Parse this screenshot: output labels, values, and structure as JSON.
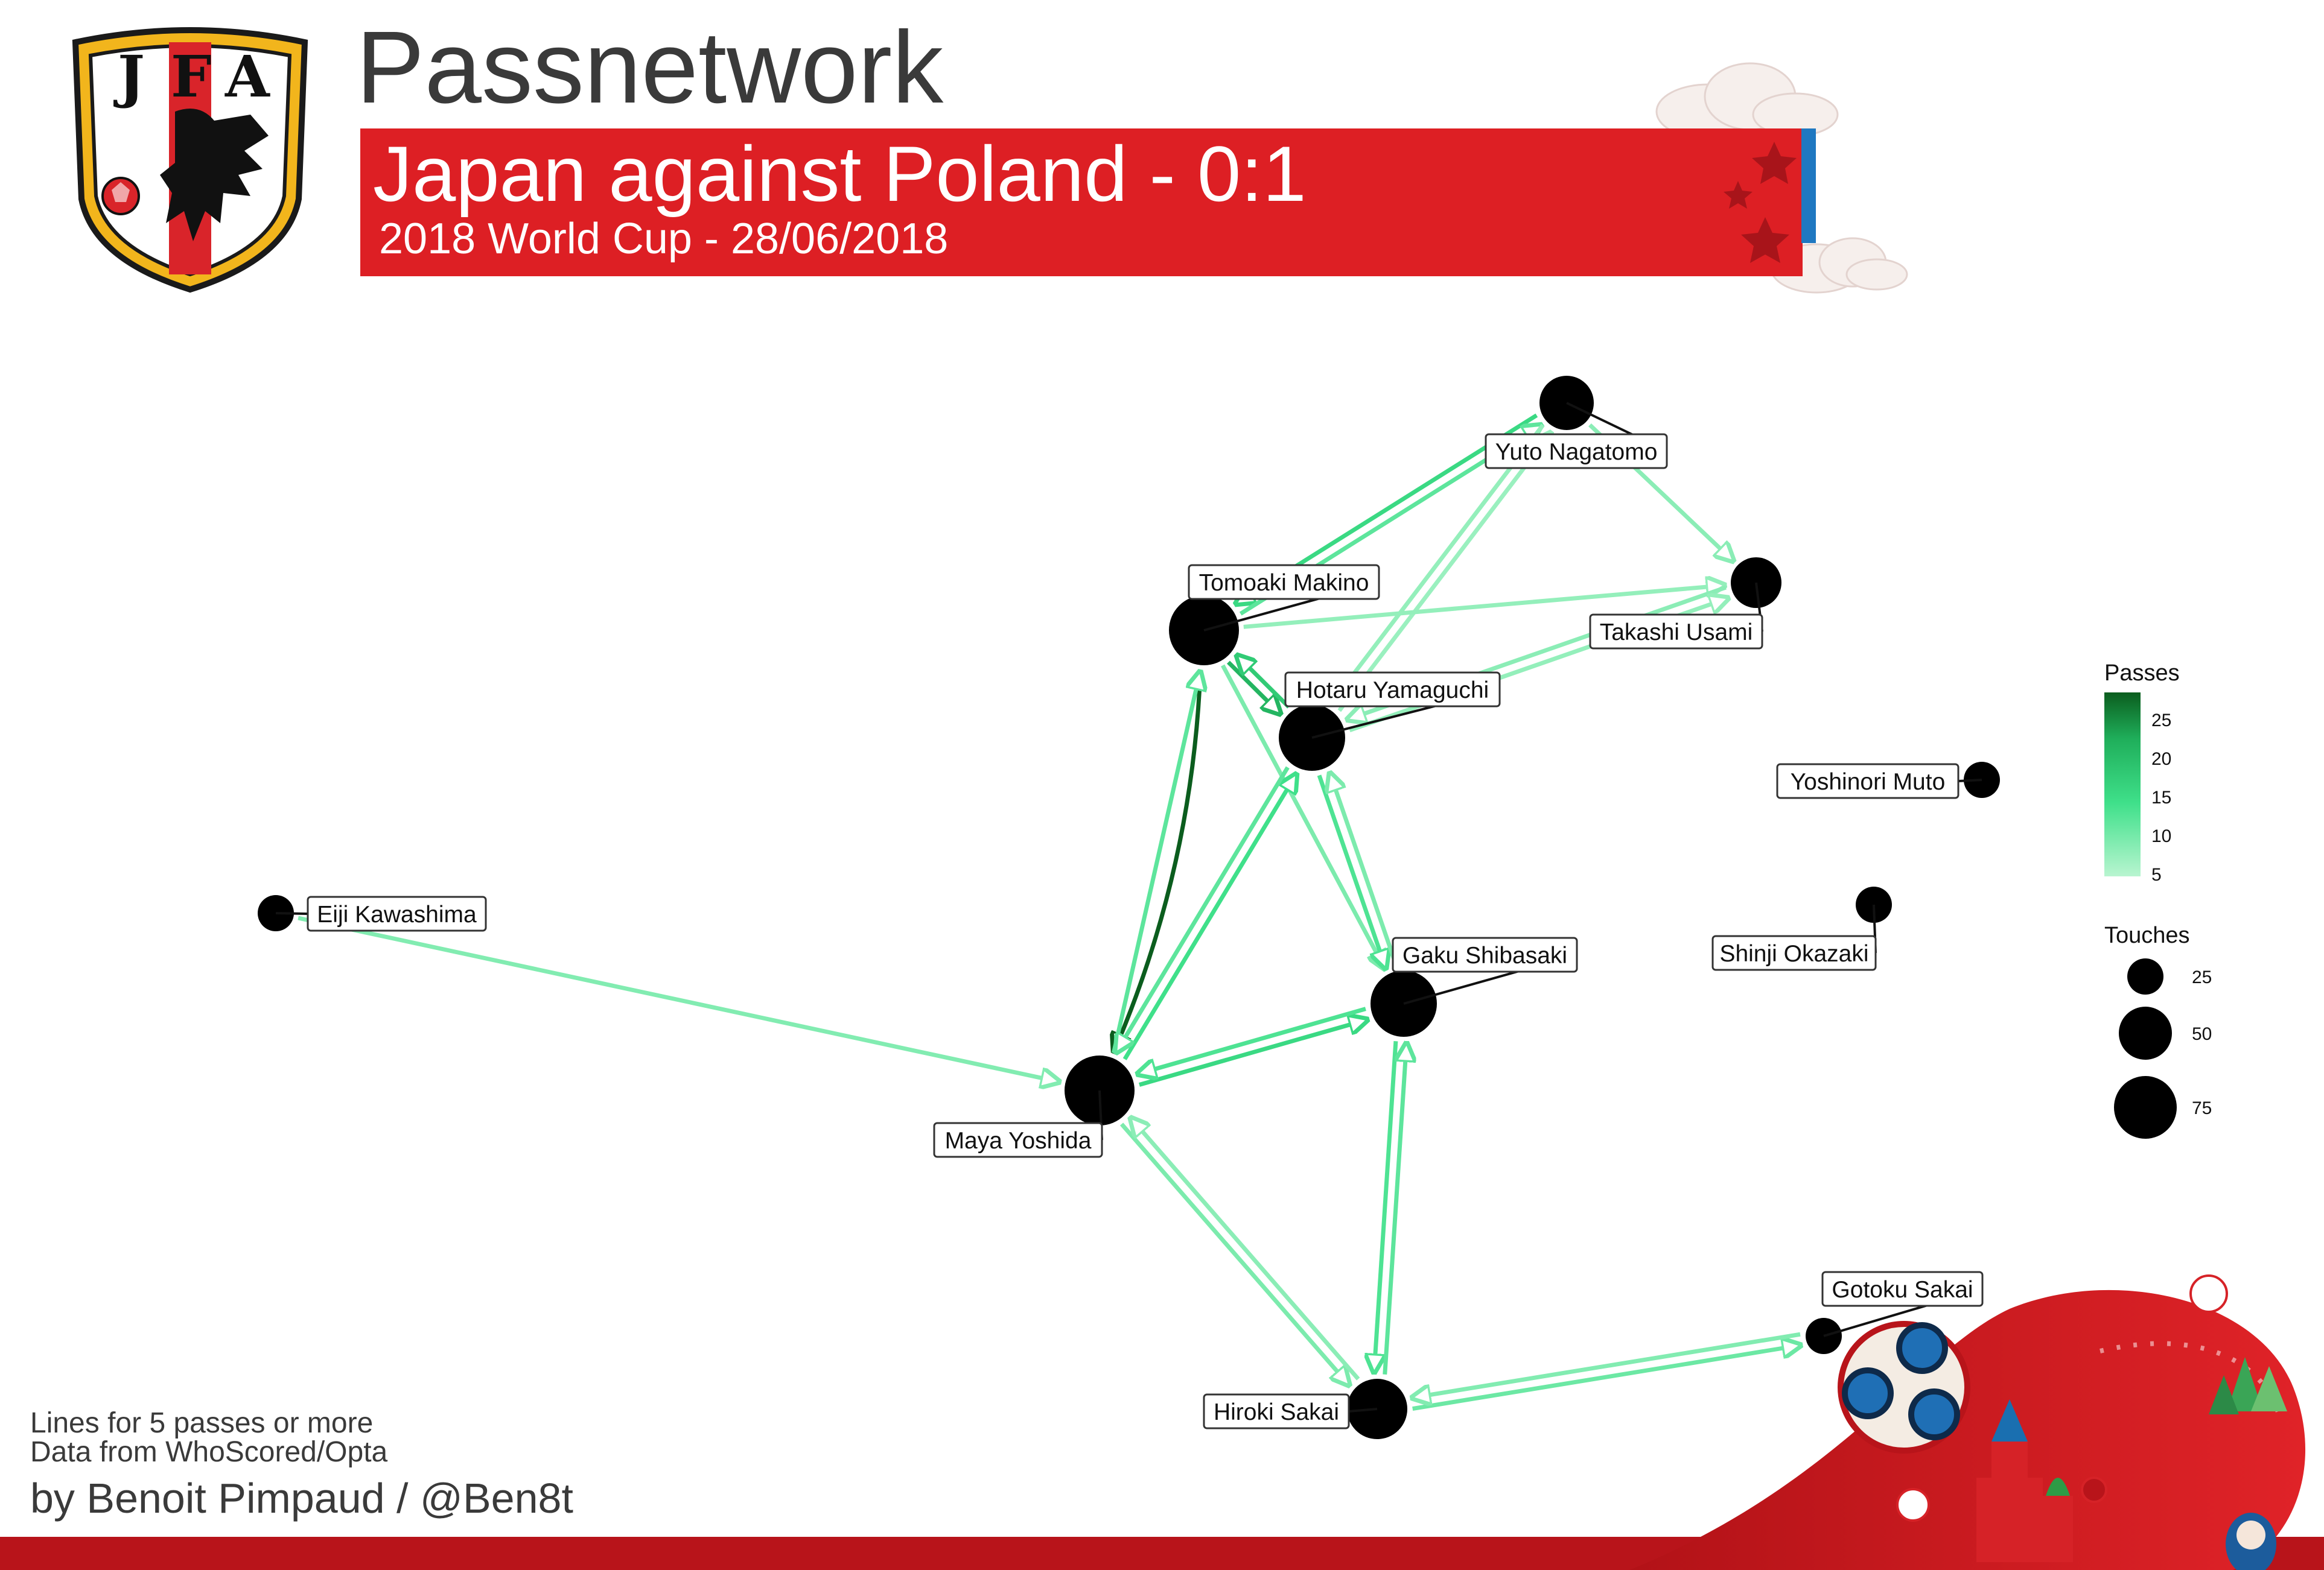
{
  "header": {
    "title": "Passnetwork",
    "subtitle": "Japan against Poland - 0:1",
    "match_info": "2018 World Cup - 28/06/2018",
    "logo_text": "JFA",
    "banner_color": "#dd1f24",
    "banner_accent_color": "#1f78c1"
  },
  "network": {
    "players": [
      {
        "id": "nagatomo",
        "name": "Yuto Nagatomo"
      },
      {
        "id": "makino",
        "name": "Tomoaki Makino"
      },
      {
        "id": "usami",
        "name": "Takashi Usami"
      },
      {
        "id": "yamaguchi",
        "name": "Hotaru Yamaguchi"
      },
      {
        "id": "muto",
        "name": "Yoshinori Muto"
      },
      {
        "id": "kawashima",
        "name": "Eiji Kawashima"
      },
      {
        "id": "shibasaki",
        "name": "Gaku Shibasaki"
      },
      {
        "id": "okazaki",
        "name": "Shinji Okazaki"
      },
      {
        "id": "yoshida",
        "name": "Maya Yoshida"
      },
      {
        "id": "gsakai",
        "name": "Gotoku Sakai"
      },
      {
        "id": "hsakai",
        "name": "Hiroki Sakai"
      }
    ]
  },
  "legend": {
    "passes_title": "Passes",
    "passes_ticks": [
      "25",
      "20",
      "15",
      "10",
      "5"
    ],
    "passes_color_low": "#b8f5d0",
    "passes_color_high": "#0b5d1e",
    "touches_title": "Touches",
    "touches_ticks": [
      "25",
      "50",
      "75"
    ]
  },
  "footer": {
    "note1": "Lines for 5 passes or more",
    "note2": "Data from WhoScored/Opta",
    "credit": "by Benoit Pimpaud / @Ben8t"
  }
}
